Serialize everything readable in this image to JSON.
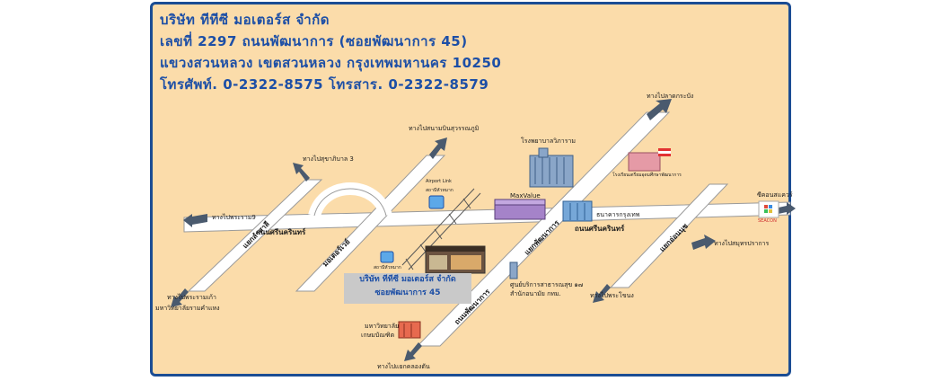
{
  "header": {
    "line1": "บริษัท ทีทีซี มอเตอร์ส จำกัด",
    "line2": "เลขที่ 2297 ถนนพัฒนาการ (ซอยพัฒนาการ 45)",
    "line3": "แขวงสวนหลวง เขตสวนหลวง กรุงเทพมหานคร 10250",
    "line4": "โทรศัพท์. 0-2322-8575 โทรสาร. 0-2322-8579"
  },
  "directions": {
    "latkrabang": "ทางไปลาดกระบัง",
    "suvarnabhumi": "ทางไปสนามบินสุวรรณภูมิ",
    "sukhaphiban3": "ทางไปสุขาภิบาล 3",
    "rama9": "ทางไปพระราม9",
    "ramkhamhaeng": "ทางไปพระรามเก้า",
    "ramkhamhaeng_uni": "มหาวิทยาลัยรามคำแหง",
    "khlongton": "ทางไปแยกคลองตัน",
    "prakanong": "ทางไปพระโขนง",
    "samutprakan": "ทางไปสมุทรปราการ"
  },
  "roads": {
    "ramkhamhaeng_junction": "แยกลำสาลี",
    "srinakarin_left": "ถนนศรีนครินทร์",
    "srinakarin_right": "ถนนศรีนครินทร์",
    "motorway": "มอเตอร์เวย์",
    "pattanakarn_junction": "แยกพัฒนาการ",
    "udomsuk": "แยกอ่อนนุช",
    "pattanakarn_road": "ถนนพัฒนาการ"
  },
  "landmarks": {
    "hospital": "โรงพยาบาลวิภาราม",
    "school": "โรงเรียนเตรียมอุดมศึกษาพัฒนาการ",
    "maxvalue": "MaxValue",
    "bank": "ธนาคารกรุงเทพ",
    "seacon": "ซีคอนสแควร์",
    "seacon_logo": "SEACON",
    "airport_link": "Airport Link",
    "airport_link_th": "สถานีหัวหมาก",
    "station_left": "สถานีหัวหมาก",
    "health_center1": "ศูนย์บริการสาธารณสุข ๑๗",
    "health_center2": "สำนักอนามัย กทม.",
    "university1": "มหาวิทยาลัย",
    "university2": "เกษมบัณฑิต"
  },
  "company": {
    "name": "บริษัท ทีทีซี มอเตอร์ส จำกัด",
    "soi": "ซอยพัฒนาการ 45"
  },
  "colors": {
    "panel": "#fbdcaa",
    "border": "#1b4d94",
    "text_blue": "#1d4fa6",
    "road": "#ffffff",
    "arrow": "#4a5a6e"
  }
}
